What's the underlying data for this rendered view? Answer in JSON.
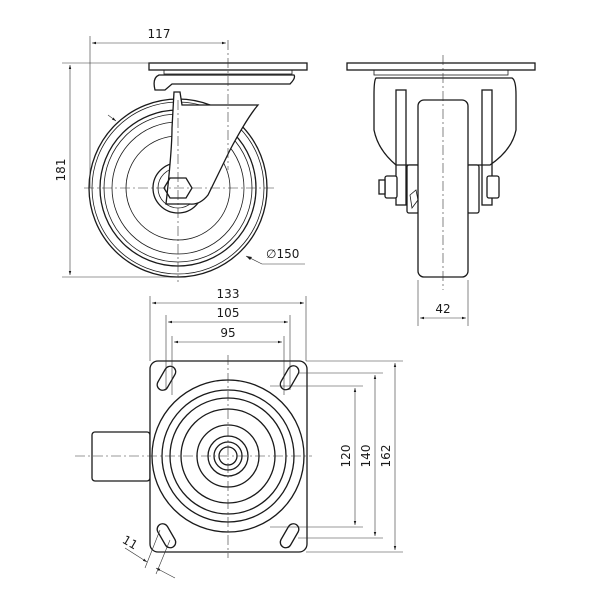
{
  "title": "Swivel caster technical drawing",
  "dimensions": {
    "swivel_offset": "117",
    "overall_height": "181",
    "wheel_diameter": "∅150",
    "wheel_width": "42",
    "plate_width": "133",
    "hole_spacing_outer": "105",
    "hole_spacing_inner": "95",
    "hole_spacing_vertical_inner": "120",
    "hole_spacing_vertical_outer": "140",
    "plate_length": "162",
    "slot_width": "11"
  }
}
